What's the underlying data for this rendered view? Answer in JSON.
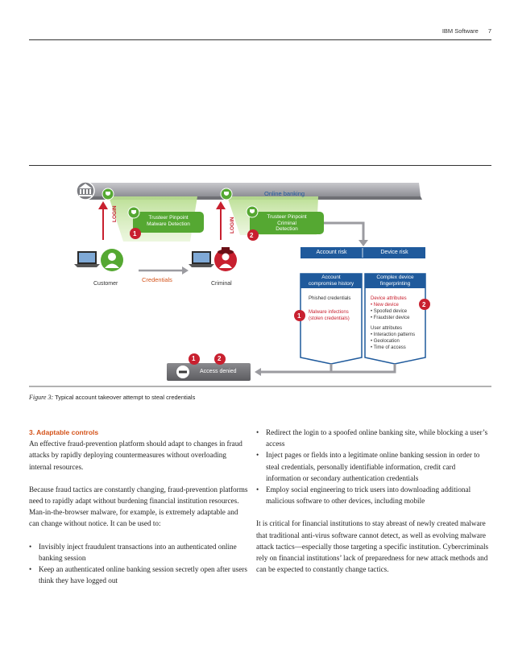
{
  "header": {
    "brand": "IBM Software",
    "page_number": "7"
  },
  "figure": {
    "online_banking": "Online banking",
    "login_label": "LOGIN",
    "trusteer_malware": [
      "Trusteer Pinpoint",
      "Malware Detection"
    ],
    "trusteer_criminal": [
      "Trusteer Pinpoint",
      "Criminal",
      "Detection"
    ],
    "customer": "Customer",
    "criminal": "Criminal",
    "credentials": "Credentials",
    "account_risk": "Account risk",
    "device_risk": "Device risk",
    "account_compromise": [
      "Account",
      "compromise history"
    ],
    "complex_device": [
      "Complex device",
      "fingerprinting"
    ],
    "phished": "Phished credentials",
    "malware_infections": [
      "Malware infections",
      "(stolen credentials)"
    ],
    "device_attributes": "Device attributes",
    "device_items": [
      "• New device",
      "• Spoofed device",
      "• Fraudster device"
    ],
    "user_attributes": "User attributes",
    "user_items": [
      "• Interaction patterns",
      "• Geolocation",
      "• Time of access"
    ],
    "access_denied": "Access denied",
    "num1": "1",
    "num2": "2"
  },
  "caption": {
    "figure_label": "Figure 3:",
    "text": " Typical account takeover attempt to steal credentials"
  },
  "left_col": {
    "heading": "3. Adaptable controls",
    "p1": "An effective fraud-prevention platform should adapt to changes in fraud attacks by rapidly deploying countermeasures without overloading internal resources.",
    "p2": "Because fraud tactics are constantly changing, fraud-prevention platforms need to rapidly adapt without burdening financial institution resources. Man-in-the-browser malware, for example, is extremely adaptable and can change without notice. It can be used to:",
    "bullets": [
      "Invisibly inject fraudulent transactions into an authenticated online banking session",
      "Keep an authenticated online banking session secretly open after users think they have logged out"
    ]
  },
  "right_col": {
    "bullets": [
      "Redirect the login to a spoofed online banking site, while blocking a user’s access",
      "Inject pages or fields into a legitimate online banking session in order to steal credentials, personally identifiable information, credit card information or secondary authentication credentials",
      "Employ social engineering to trick users into downloading additional malicious software to other devices, including mobile"
    ],
    "p1": "It is critical for financial institutions to stay abreast of newly created malware that traditional anti-virus software cannot detect, as well as evolving malware attack tactics—especially those targeting a specific institution. Cybercriminals rely on financial institutions’ lack of preparedness for new attack methods and can be expected to constantly change tactics."
  },
  "colors": {
    "accent_orange": "#d4531a",
    "green": "#55a832",
    "blue": "#1f5a9c",
    "red": "#c8202f"
  }
}
